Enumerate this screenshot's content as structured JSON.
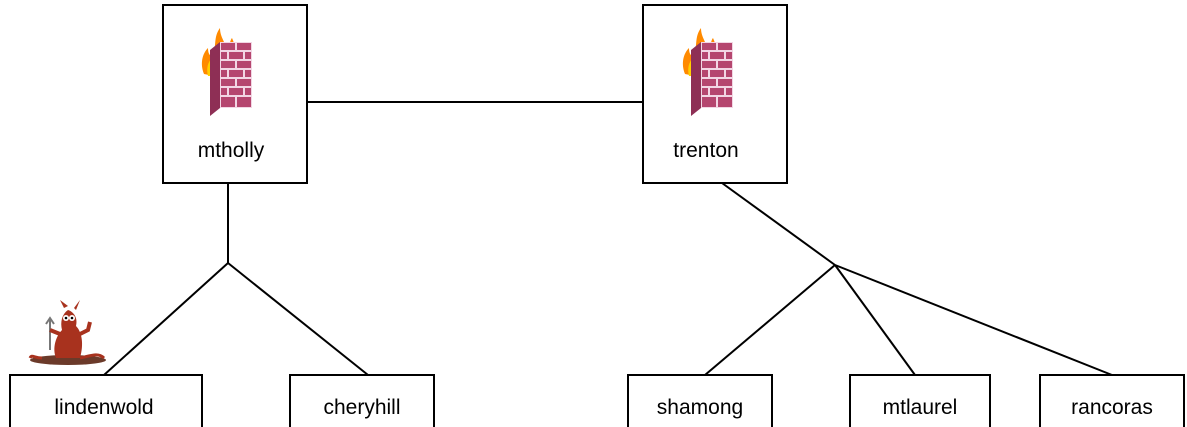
{
  "diagram": {
    "nodes": {
      "mtholly": "mtholly",
      "trenton": "trenton",
      "lindenwold": "lindenwold",
      "cheryhill": "cheryhill",
      "shamong": "shamong",
      "mtlaurel": "mtlaurel",
      "rancoras": "rancoras"
    },
    "icons": {
      "firewall": "firewall-icon",
      "daemon": "bsd-daemon-icon"
    },
    "colors": {
      "line": "#000000",
      "box_fill": "#ffffff",
      "brick": "#b04a6e",
      "mortar": "#f0d0e0",
      "flame": "#ff7a00"
    }
  }
}
